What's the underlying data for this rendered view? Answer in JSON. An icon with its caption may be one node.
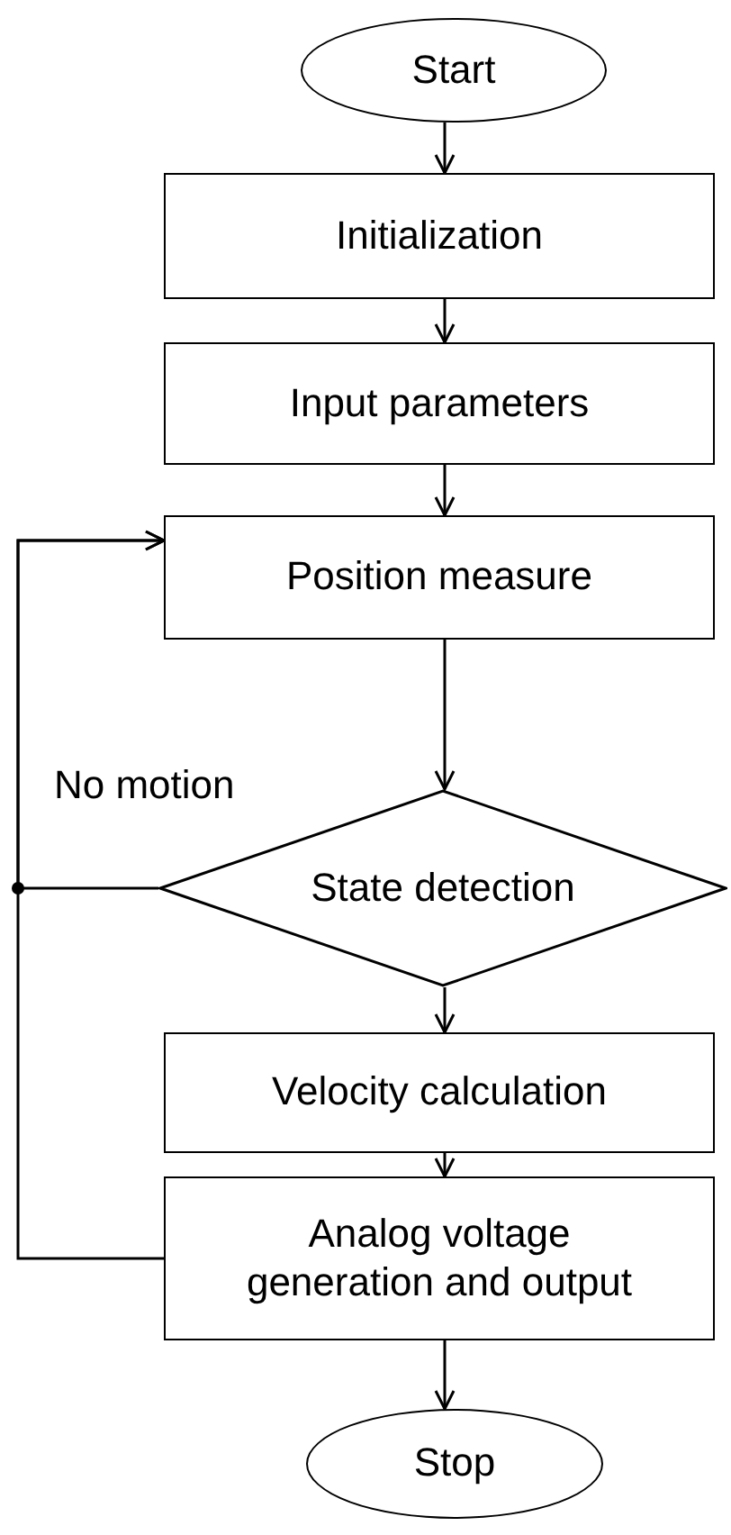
{
  "diagram": {
    "nodes": [
      {
        "text": [
          "Start"
        ]
      },
      {
        "text": [
          "Initialization"
        ]
      },
      {
        "text": [
          "Input parameters"
        ]
      },
      {
        "text": [
          "Position measure"
        ]
      },
      {
        "text": [
          "State detection"
        ]
      },
      {
        "text": [
          "Velocity calculation"
        ]
      },
      {
        "text": [
          "Analog voltage generation and output"
        ]
      },
      {
        "text": [
          "Stop"
        ]
      }
    ],
    "edges": [
      {
        "from": 0,
        "to": 1,
        "arrow": "to"
      },
      {
        "from": 1,
        "to": 2,
        "arrow": "to"
      },
      {
        "from": 2,
        "to": 3,
        "arrow": "to"
      },
      {
        "from": 3,
        "to": 4,
        "arrow": "to"
      },
      {
        "from": 4,
        "to": 5,
        "arrow": "to"
      },
      {
        "from": 5,
        "to": 6,
        "arrow": "to"
      },
      {
        "from": 6,
        "to": 7,
        "arrow": "to"
      },
      {
        "from": 4,
        "to": 3,
        "arrow": "to",
        "label": "No motion"
      },
      {
        "from": 6,
        "to": 3,
        "arrow": "to"
      }
    ]
  }
}
